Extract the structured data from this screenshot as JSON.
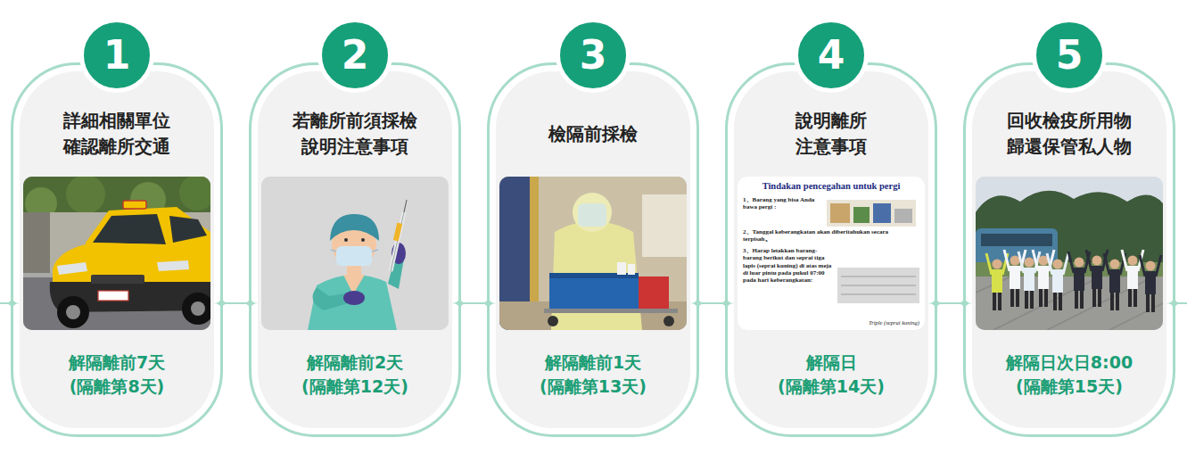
{
  "diagram": {
    "nodes": [
      {
        "text": [
          "詳細相關單位 確認離所交通",
          "解隔離前7天 (隔離第8天)"
        ]
      },
      {
        "text": [
          "1"
        ],
        "in": 0
      },
      {
        "text": [
          "若離所前須採檢 說明注意事項",
          "解隔離前2天 (隔離第12天)"
        ]
      },
      {
        "text": [
          "2"
        ],
        "in": 2
      },
      {
        "text": [
          "檢隔前採檢",
          "解隔離前1天 (隔離第13天)"
        ]
      },
      {
        "text": [
          "3"
        ],
        "in": 4
      },
      {
        "text": [
          "說明離所 注意事項",
          "解隔日 (隔離第14天)"
        ]
      },
      {
        "text": [
          "4"
        ],
        "in": 6
      },
      {
        "text": [
          "回收檢疫所用物 歸還保管私人物",
          "解隔日次日8:00 (隔離第15天)"
        ]
      },
      {
        "text": [
          "5"
        ],
        "in": 8
      }
    ],
    "edges": [
      {
        "from": 0,
        "to": 2,
        "arrow": "none"
      },
      {
        "from": 2,
        "to": 4,
        "arrow": "none"
      },
      {
        "from": 4,
        "to": 6,
        "arrow": "none"
      },
      {
        "from": 6,
        "to": 8,
        "arrow": "none"
      }
    ],
    "labels": [
      "Tindakan pencegahan untuk pergi",
      "1、Barang yang bisa Anda bawa pergi :",
      "2、Tanggal keberangkatan akan diberitahukan secara terpisah。",
      "3、Harap letakkan barang-barang berikut dan seprai tiga lapis (seprai kuning) di atas meja di luar pintu pada pukul 07:00 pada hari keberangkatan:",
      "Triple (seprai kuning)"
    ]
  }
}
